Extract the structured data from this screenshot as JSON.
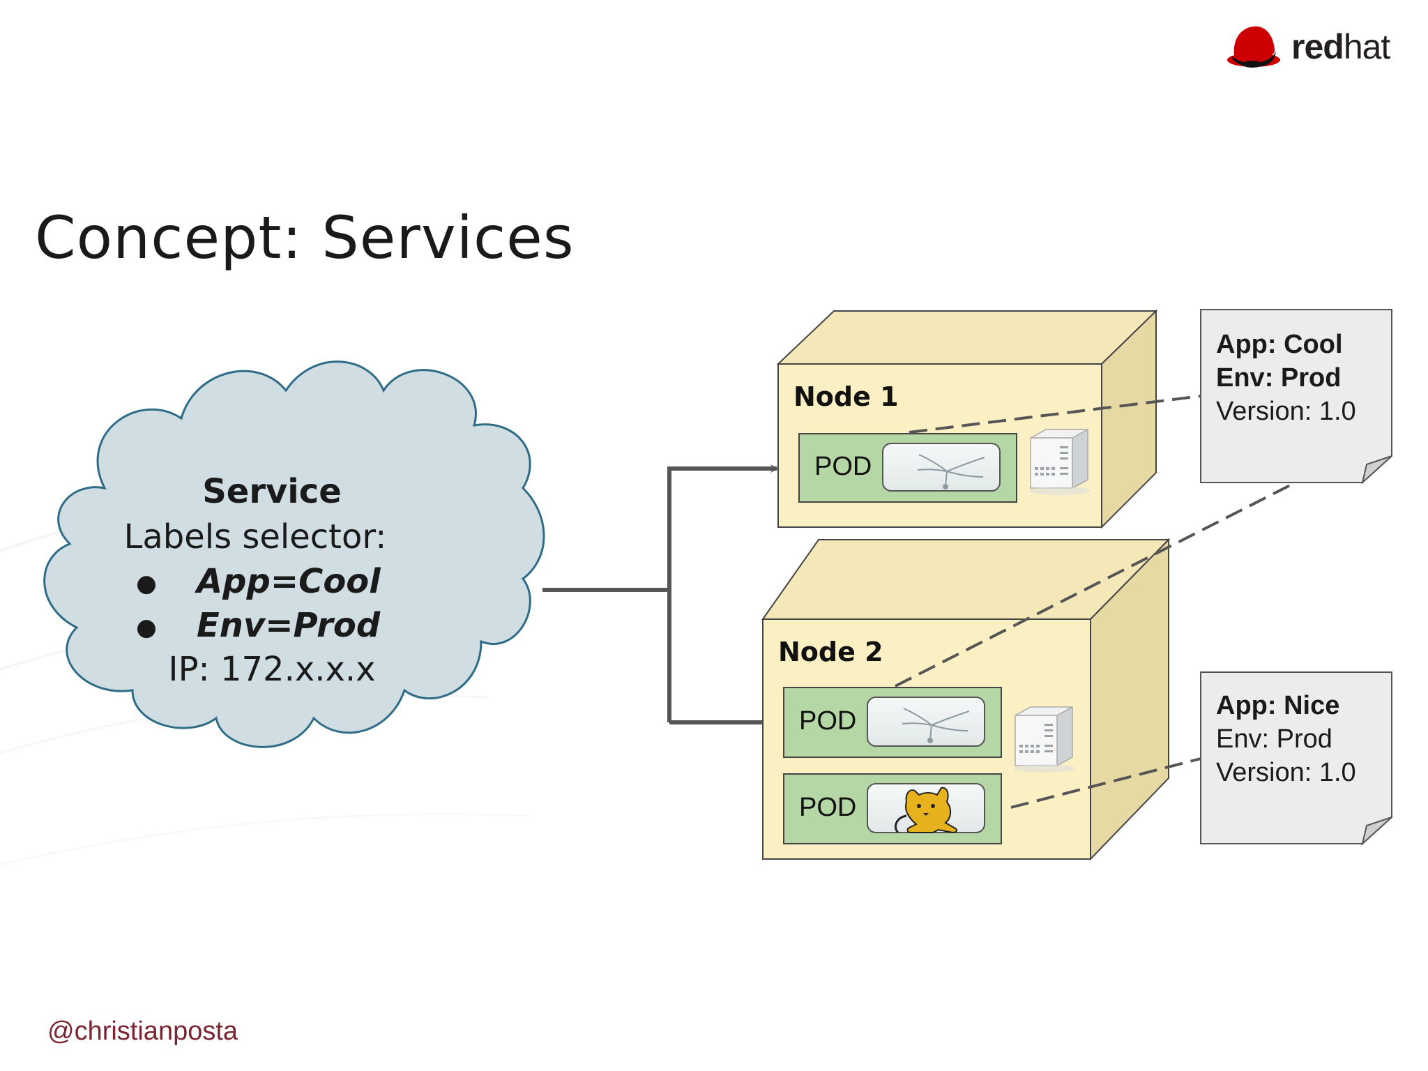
{
  "slide": {
    "title": "Concept: Services",
    "footer_handle": "@christianposta"
  },
  "logo": {
    "brand_bold": "red",
    "brand_thin": "hat",
    "icon": "redhat-shadowman-icon",
    "color": "#cc0000"
  },
  "service": {
    "title": "Service",
    "subtitle": "Labels selector:",
    "selectors": [
      "App=Cool",
      "Env=Prod"
    ],
    "bullet": "●",
    "ip": "IP: 172.x.x.x",
    "fill": "#d0dde3"
  },
  "nodes": [
    {
      "label": "Node 1",
      "pods": [
        {
          "label": "POD",
          "icon": "wildfly-dragonfly-icon"
        }
      ],
      "server_icon": "server-icon"
    },
    {
      "label": "Node 2",
      "pods": [
        {
          "label": "POD",
          "icon": "wildfly-dragonfly-icon"
        },
        {
          "label": "POD",
          "icon": "tomcat-cat-icon"
        }
      ],
      "server_icon": "server-icon"
    }
  ],
  "label_notes": [
    {
      "lines": [
        {
          "text": "App: Cool",
          "bold": true
        },
        {
          "text": "Env: Prod",
          "bold": true
        },
        {
          "text": "Version: 1.0",
          "bold": false
        }
      ]
    },
    {
      "lines": [
        {
          "text": "App: Nice",
          "bold": true
        },
        {
          "text": "Env: Prod",
          "bold": false
        },
        {
          "text": "Version: 1.0",
          "bold": false
        }
      ]
    }
  ],
  "colors": {
    "node_front": "#fbf0c4",
    "node_side": "#e6d9a4",
    "node_top": "#f4e8b8",
    "pod_fill": "#b5d7a6",
    "note_fill": "#ececec",
    "arrow": "#555555"
  }
}
